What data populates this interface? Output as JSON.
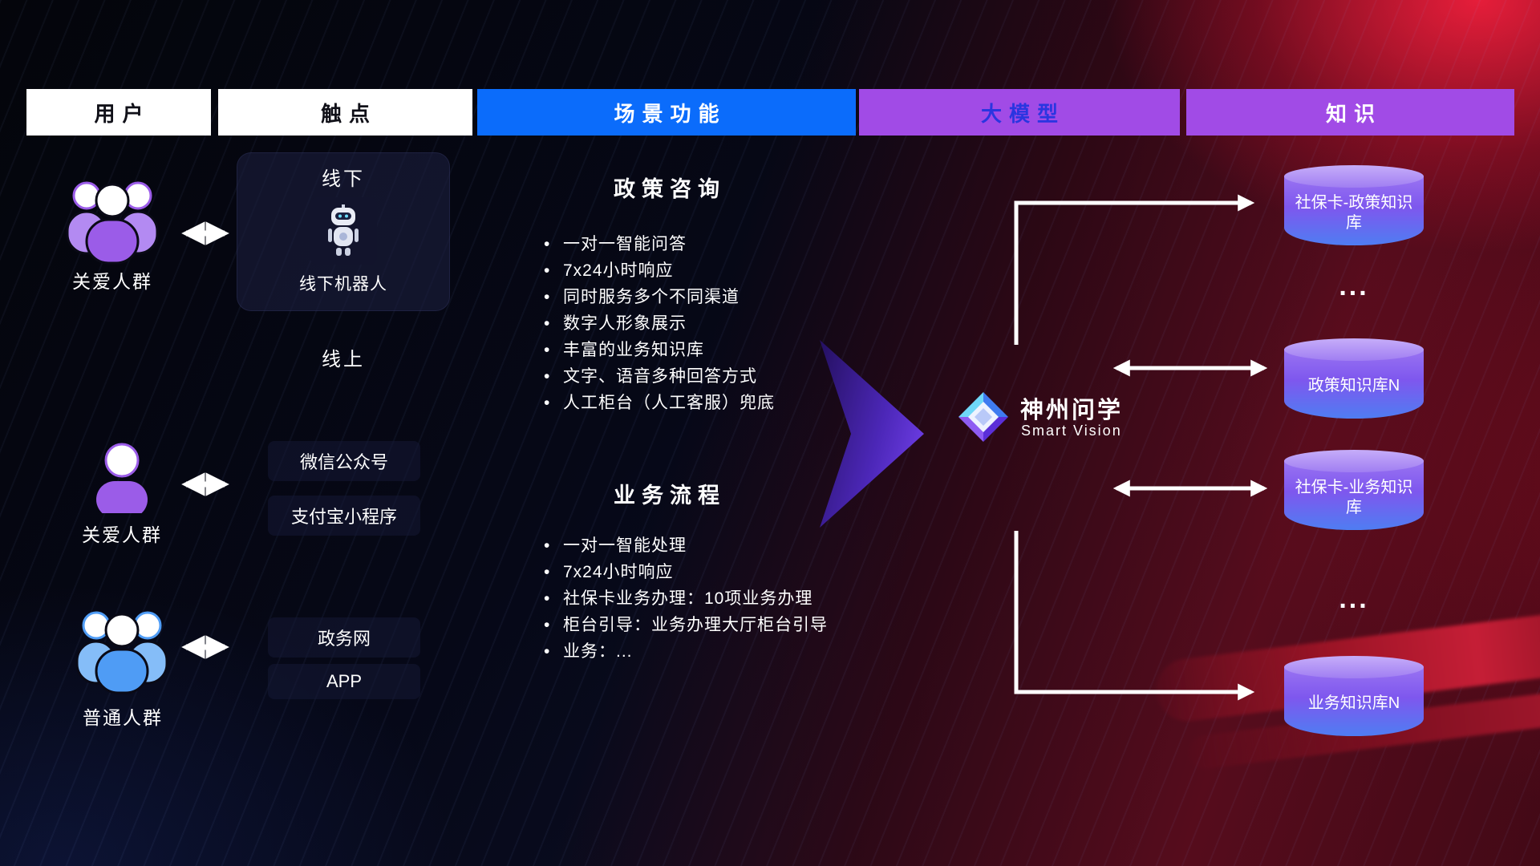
{
  "header": {
    "user": "用户",
    "touchpoint": "触点",
    "scenario": "场景功能",
    "model": "大模型",
    "knowledge": "知识"
  },
  "users": {
    "group1": "关爱人群",
    "group2": "关爱人群",
    "group3": "普通人群"
  },
  "touchpoints": {
    "offline_title": "线下",
    "offline_robot": "线下机器人",
    "online_title": "线上",
    "wechat": "微信公众号",
    "alipay": "支付宝小程序",
    "gov": "政务网",
    "app": "APP"
  },
  "scenario_policy": {
    "title": "政策咨询",
    "items": [
      "一对一智能问答",
      "7x24小时响应",
      "同时服务多个不同渠道",
      "数字人形象展示",
      "丰富的业务知识库",
      "文字、语音多种回答方式",
      "人工柜台（人工客服）兜底"
    ]
  },
  "scenario_business": {
    "title": "业务流程",
    "items": [
      "一对一智能处理",
      "7x24小时响应",
      "社保卡业务办理：10项业务办理",
      "柜台引导：业务办理大厅柜台引导",
      "业务：..."
    ]
  },
  "model": {
    "name": "神州问学",
    "subtitle": "Smart Vision"
  },
  "knowledge": {
    "db1": "社保卡-政策知识库",
    "dots1": "...",
    "db2": "政策知识库N",
    "db3": "社保卡-业务知识库",
    "dots2": "...",
    "db4": "业务知识库N"
  },
  "colors": {
    "header_blue": "#0b6cfb",
    "header_purple": "#a14be6",
    "model_header_text": "#2a35e0",
    "person_purple": "#9b5ce8",
    "person_blue": "#4f9cf5",
    "cylinder_purple": "#7e57ee",
    "cylinder_blue": "#4f7df2",
    "arrow_white": "#ffffff"
  }
}
